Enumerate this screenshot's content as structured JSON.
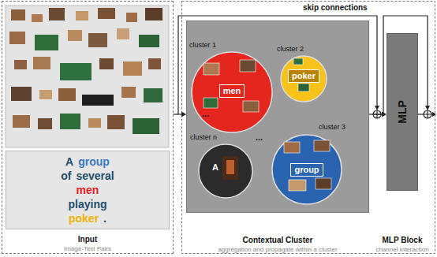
{
  "diagram": {
    "nodes": [
      {
        "text": [
          "Input",
          "Image-Text Pairs"
        ]
      },
      {
        "text": [
          "A",
          "group",
          "of",
          "several",
          "men",
          "playing",
          "poker",
          "."
        ],
        "in": 0
      },
      {
        "text": [
          "Contextual Cluster",
          "aggregation and propagate within a cluster"
        ]
      },
      {
        "text": [
          "cluster 1"
        ],
        "in": 2
      },
      {
        "text": [
          "men"
        ],
        "in": 3
      },
      {
        "text": [
          "cluster 2"
        ],
        "in": 2
      },
      {
        "text": [
          "poker"
        ],
        "in": 5
      },
      {
        "text": [
          "cluster 3"
        ],
        "in": 2
      },
      {
        "text": [
          "group"
        ],
        "in": 7
      },
      {
        "text": [
          "cluster n"
        ],
        "in": 2
      },
      {
        "text": [
          "A"
        ],
        "in": 9
      },
      {
        "text": [
          "MLP",
          "MLP Block",
          "channel interaction"
        ]
      }
    ],
    "edges": [
      {
        "from": 0,
        "to": 2,
        "arrow": "to"
      },
      {
        "from": 2,
        "to": 11,
        "arrow": "to"
      }
    ],
    "labels": [
      "skip connections",
      "...",
      "..."
    ]
  }
}
